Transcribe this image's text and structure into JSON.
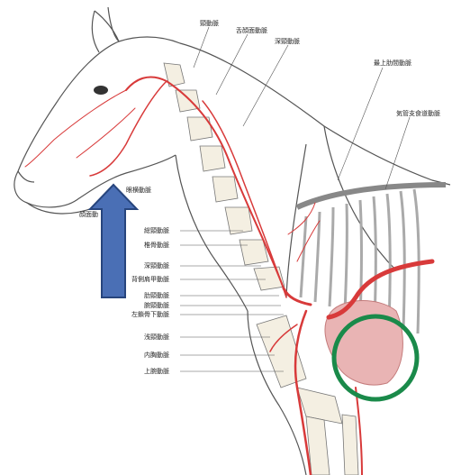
{
  "labels": {
    "top_1": "頸動脈",
    "top_2": "舌顔面動脈",
    "top_3": "深頸動脈",
    "top_right_1": "最上肋間動脈",
    "right_1": "気管支食道動脈",
    "face_1": "顔面動",
    "face_2": "眼横動脈",
    "left_1": "総頸動脈",
    "left_2": "椎骨動脈",
    "left_3": "深頸動脈",
    "left_4": "背側肩甲動脈",
    "left_5": "肋頸動脈",
    "left_6": "腕頸動脈",
    "left_7": "左鎖骨下動脈",
    "left_8": "浅頸動脈",
    "left_9": "内胸動脈",
    "left_10": "上腕動脈"
  },
  "colors": {
    "arrow": "#4a6fb5",
    "arrow_stroke": "#27457d",
    "circle": "#1a8a4a",
    "heart": "#e9b4b4",
    "artery": "#d83a3a",
    "outline": "#555555"
  }
}
